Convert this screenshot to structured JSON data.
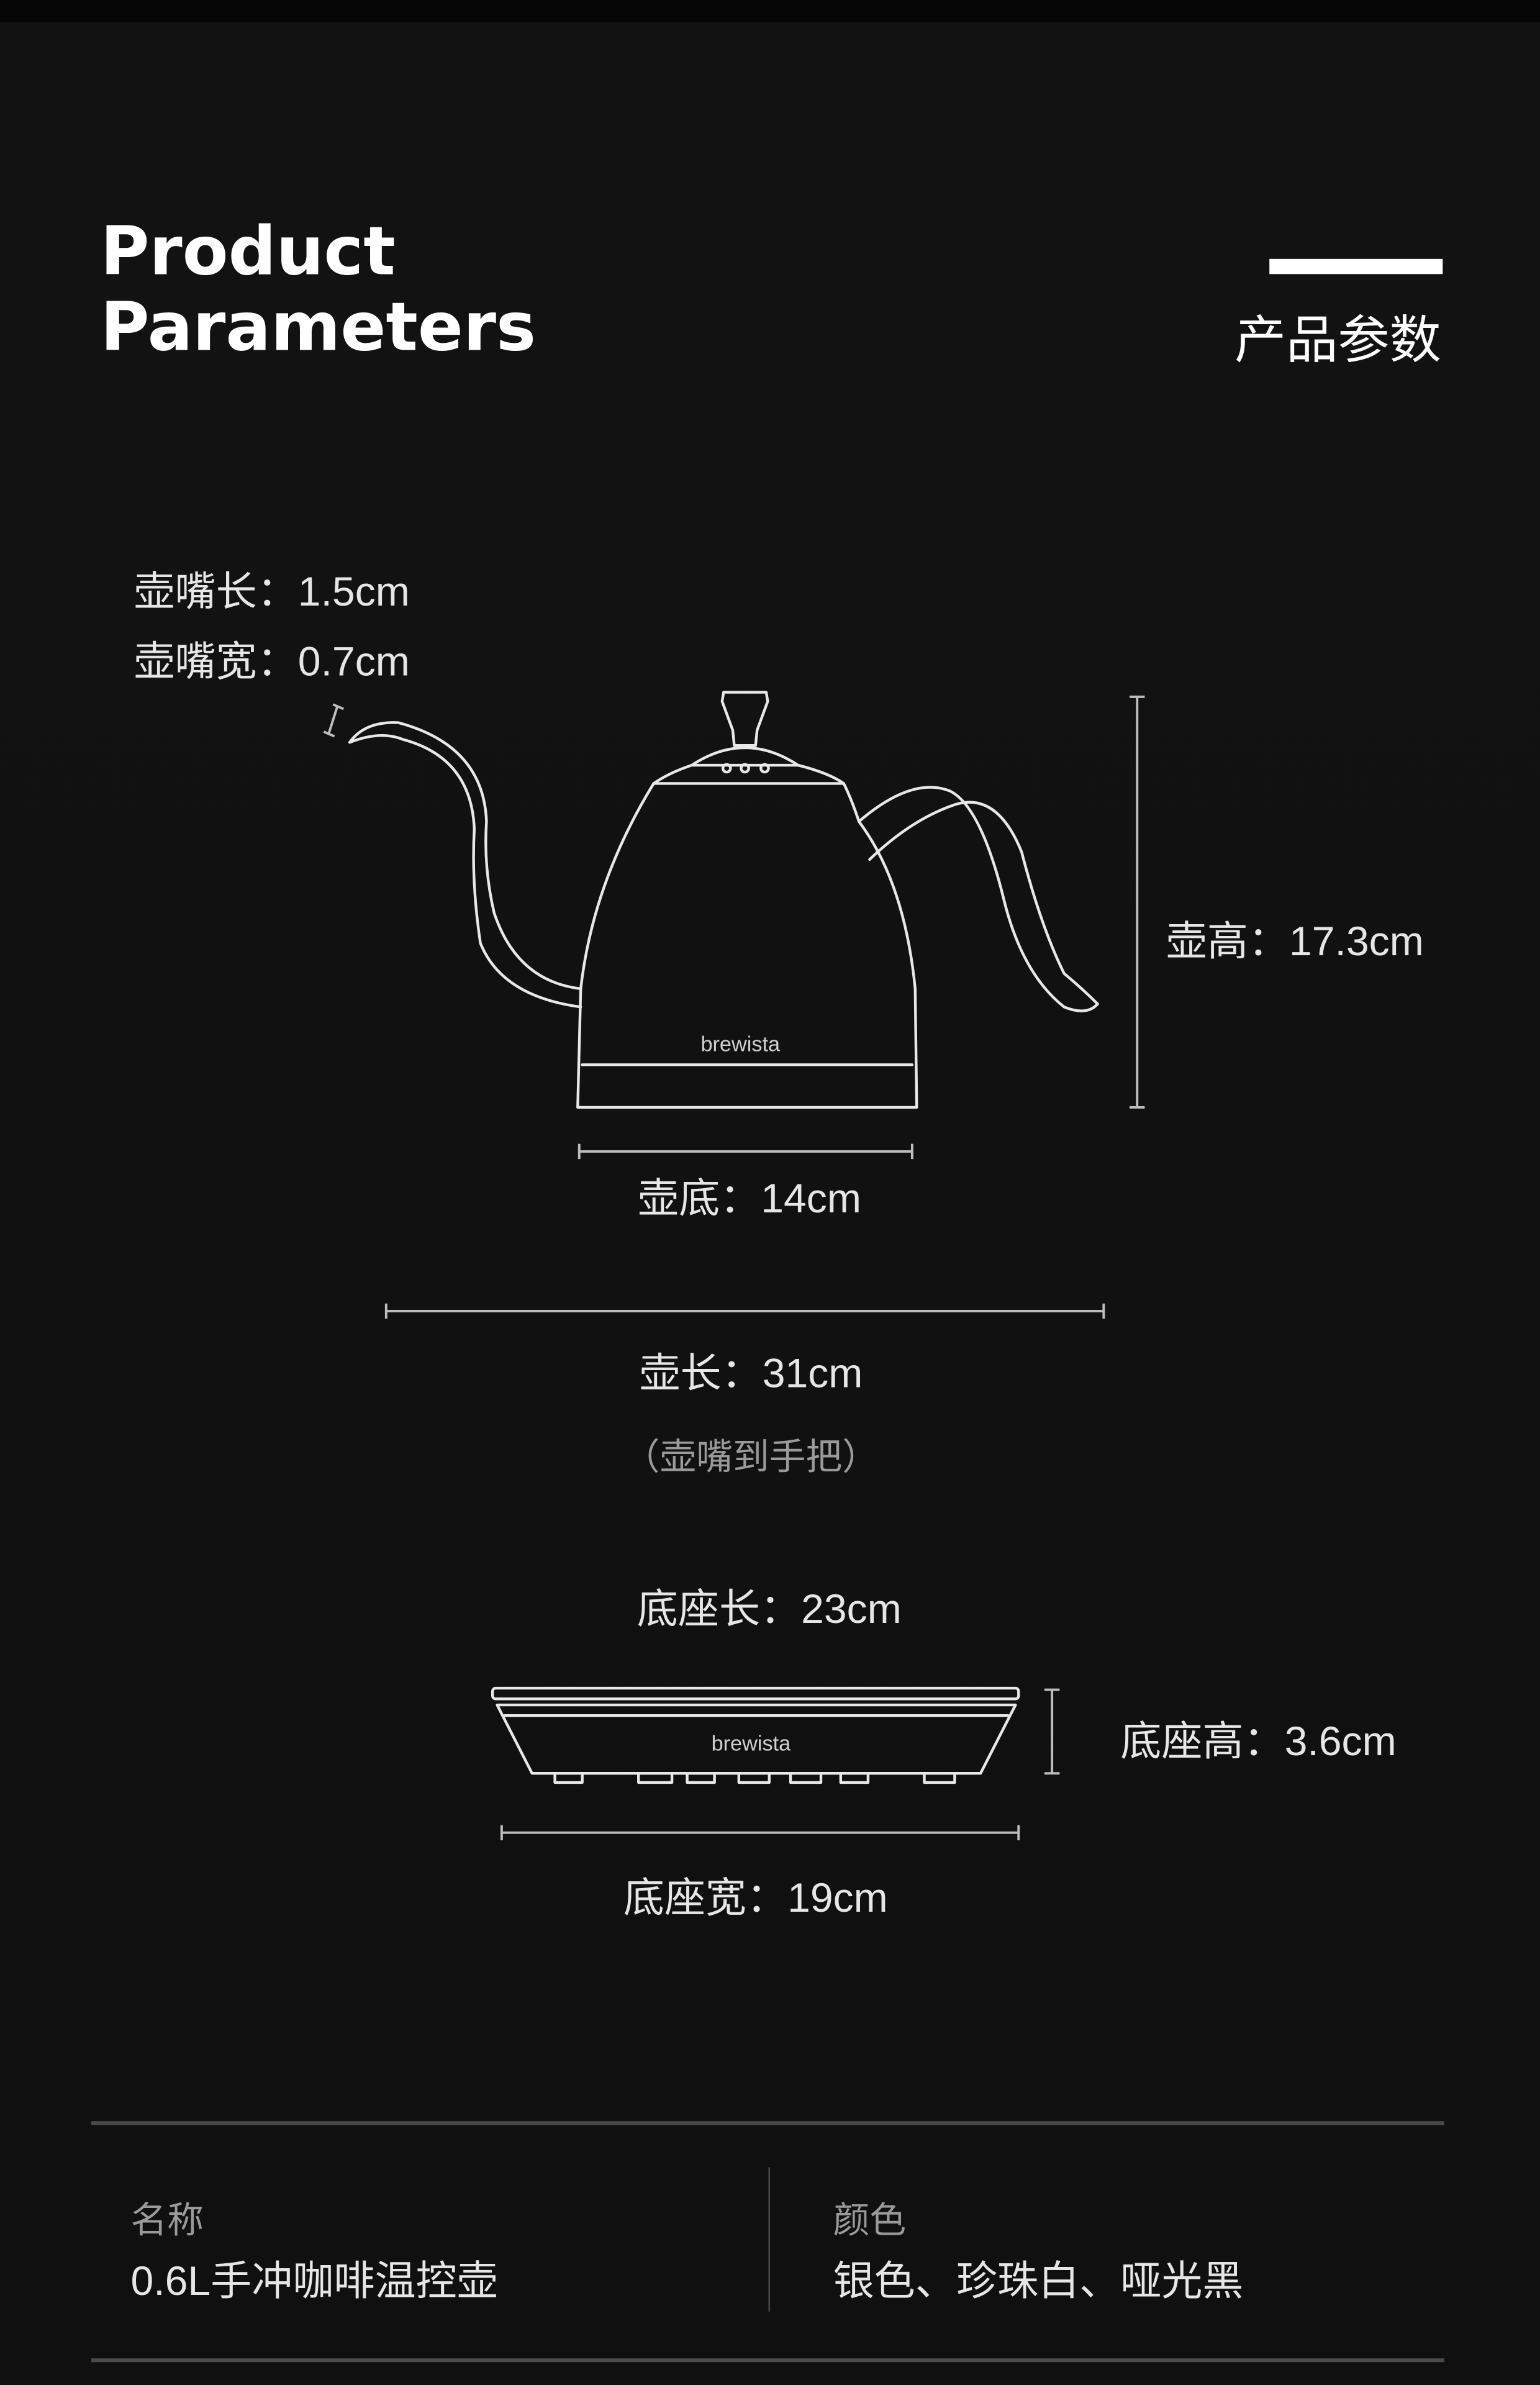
{
  "header": {
    "title_line1": "Product",
    "title_line2": "Parameters",
    "title_cn": "产品参数"
  },
  "kettle": {
    "brand": "brewista",
    "spout_length": "壶嘴长：1.5cm",
    "spout_width": "壶嘴宽：0.7cm",
    "height": "壶高：17.3cm",
    "bottom": "壶底：14cm",
    "length": "壶长：31cm",
    "length_note": "（壶嘴到手把）"
  },
  "base": {
    "brand": "brewista",
    "length": "底座长：23cm",
    "height": "底座高：3.6cm",
    "width": "底座宽：19cm"
  },
  "specs": [
    {
      "label": "名称",
      "value": "0.6L手冲咖啡温控壶"
    },
    {
      "label": "颜色",
      "value": "银色、珍珠白、哑光黑"
    }
  ]
}
